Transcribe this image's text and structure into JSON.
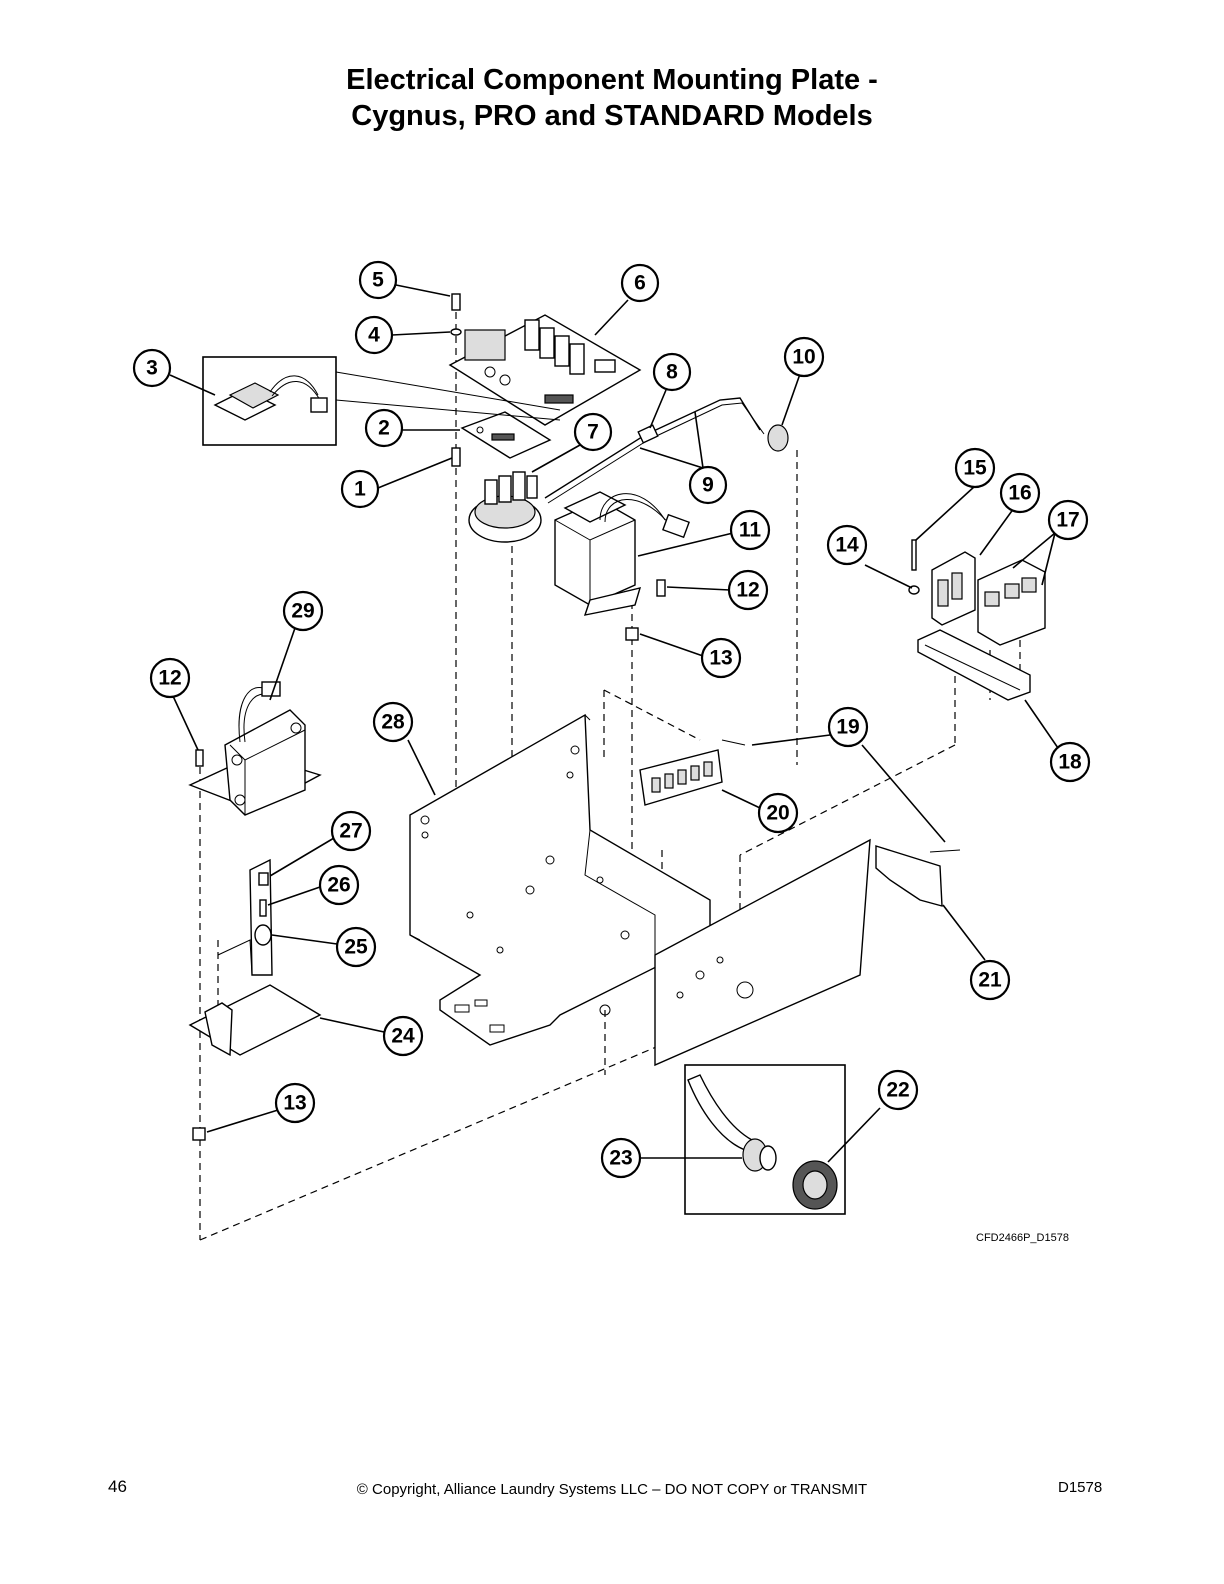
{
  "title": {
    "line1": "Electrical Component Mounting Plate -",
    "line2": "Cygnus, PRO and STANDARD Models"
  },
  "callouts": [
    "1",
    "2",
    "3",
    "4",
    "5",
    "6",
    "7",
    "8",
    "9",
    "10",
    "11",
    "12",
    "12",
    "13",
    "13",
    "14",
    "15",
    "16",
    "17",
    "18",
    "19",
    "20",
    "21",
    "22",
    "23",
    "24",
    "25",
    "26",
    "27",
    "28",
    "29"
  ],
  "drawing_code": "CFD2466P_D1578",
  "footer": {
    "page_number": "46",
    "copyright": "© Copyright, Alliance Laundry Systems LLC – DO NOT COPY or TRANSMIT",
    "doc_code": "D1578"
  }
}
